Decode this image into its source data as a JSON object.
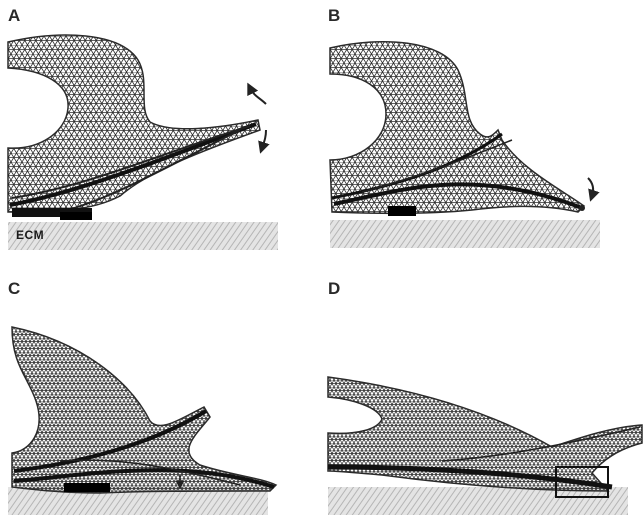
{
  "panels": [
    {
      "label": "A"
    },
    {
      "label": "B"
    },
    {
      "label": "C"
    },
    {
      "label": "D"
    }
  ],
  "annotations": {
    "ecm": "ECM"
  },
  "colors": {
    "mesh": "#2b2b2b",
    "fiber": "#111111",
    "substrate": "#c8c8c8",
    "background": "#ffffff"
  }
}
